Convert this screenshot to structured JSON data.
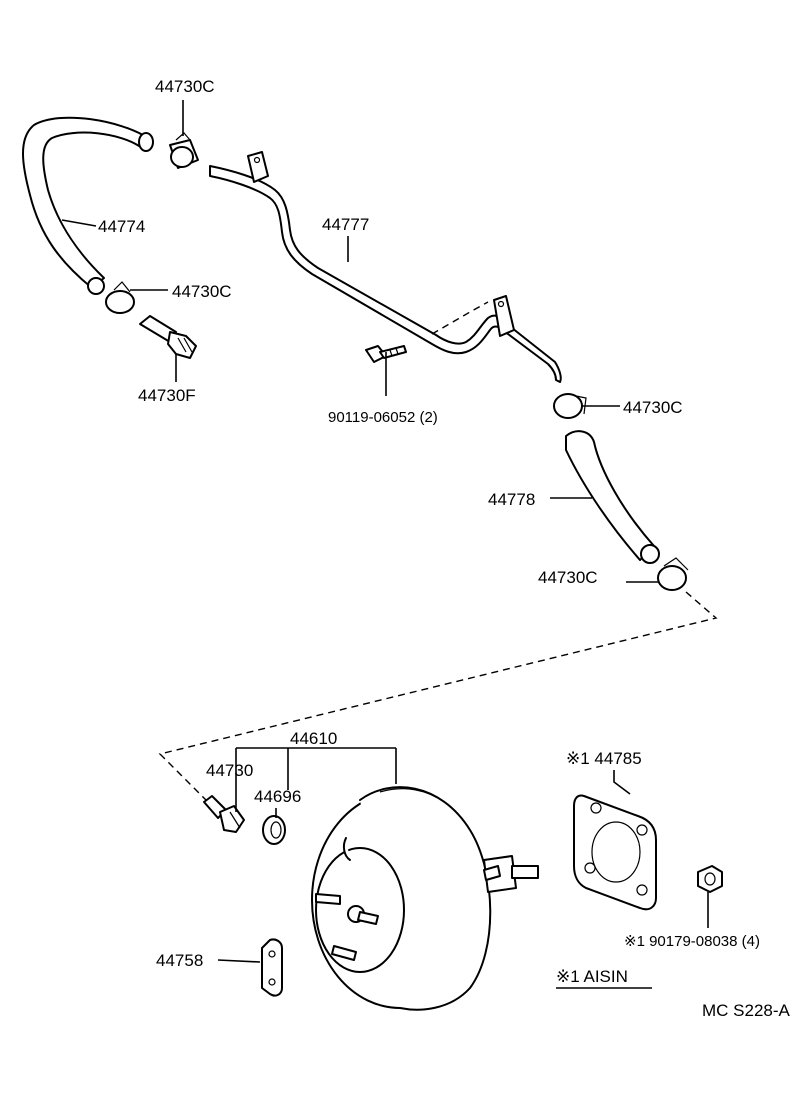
{
  "labels": {
    "clamp_top": "44730C",
    "hose_left": "44774",
    "pipe": "44777",
    "clamp_left_lower": "44730C",
    "union": "44730F",
    "bolt": "90119-06052 (2)",
    "clamp_right_upper": "44730C",
    "hose_right": "44778",
    "clamp_right_lower": "44730C",
    "booster_assy": "44610",
    "check_valve": "44730",
    "grommet": "44696",
    "gasket": "※1 44785",
    "nut": "※1 90179-08038 (4)",
    "bracket": "44758",
    "note": "※1 AISIN",
    "drawing_code": "MC S228-A"
  },
  "colors": {
    "ink": "#000000",
    "paper": "#ffffff"
  }
}
